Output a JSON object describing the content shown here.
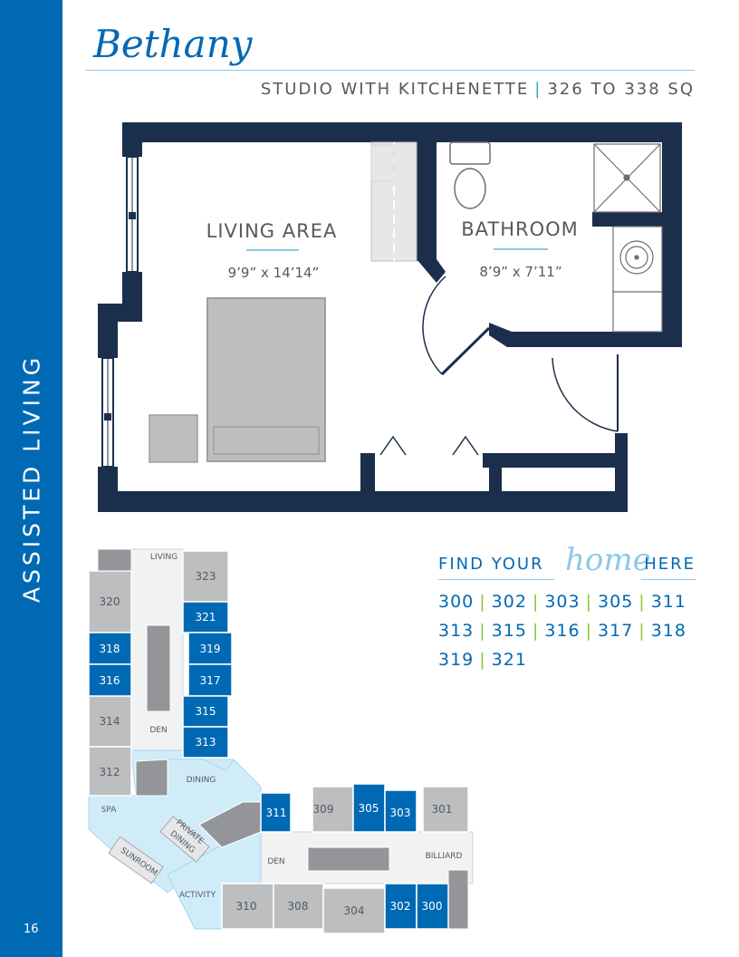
{
  "page": {
    "side_title": "ASSISTED LIVING",
    "page_number": "16",
    "title": "Bethany",
    "subtitle_type": "STUDIO WITH KITCHENETTE",
    "subtitle_sep": "|",
    "subtitle_size": "326 TO 338 SQ"
  },
  "floorplan": {
    "living_label": "LIVING AREA",
    "living_dims": "9’9” x 14’14”",
    "bath_label": "BATHROOM",
    "bath_dims": "8’9” x 7’11”"
  },
  "find_home": {
    "word1": "FIND YOUR",
    "word2": "home",
    "word3": "HERE",
    "units": [
      "300",
      "302",
      "303",
      "305",
      "311",
      "313",
      "315",
      "316",
      "317",
      "318",
      "319",
      "321"
    ]
  },
  "site_map": {
    "living": "LIVING",
    "den": "DEN",
    "dining": "DINING",
    "spa": "SPA",
    "private_dining_1": "PRIVATE",
    "private_dining_2": "DINING",
    "sunroom": "SUNROOM",
    "activity": "ACTIVITY",
    "den2": "DEN",
    "billiard": "BILLIARD",
    "u323": "323",
    "u320": "320",
    "u321": "321",
    "u318": "318",
    "u319": "319",
    "u316": "316",
    "u317": "317",
    "u314": "314",
    "u315": "315",
    "u313": "313",
    "u312": "312",
    "u311": "311",
    "u309": "309",
    "u305": "305",
    "u303": "303",
    "u301": "301",
    "u310": "310",
    "u308": "308",
    "u304": "304",
    "u302": "302",
    "u300": "300"
  },
  "colors": {
    "brand_blue": "#0069b4",
    "light_blue": "#8cc9e8",
    "navy_wall": "#1b2f4c",
    "green_sep": "#8dc63f"
  }
}
